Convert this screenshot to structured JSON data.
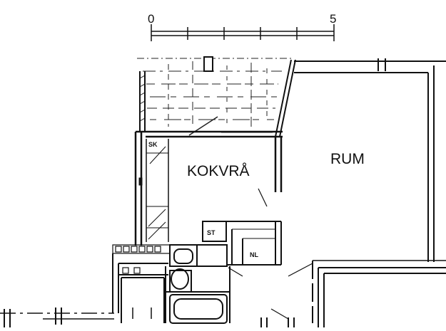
{
  "scale_bar": {
    "start_label": "0",
    "end_label": "5"
  },
  "rooms": {
    "kitchen": "KOKVRÅ",
    "room": "RUM"
  },
  "fixtures": {
    "closet_sk": "SK",
    "closet_st": "ST",
    "cabinet_nl": "NL"
  },
  "colors": {
    "ink": "#111111",
    "paper": "#ffffff"
  }
}
